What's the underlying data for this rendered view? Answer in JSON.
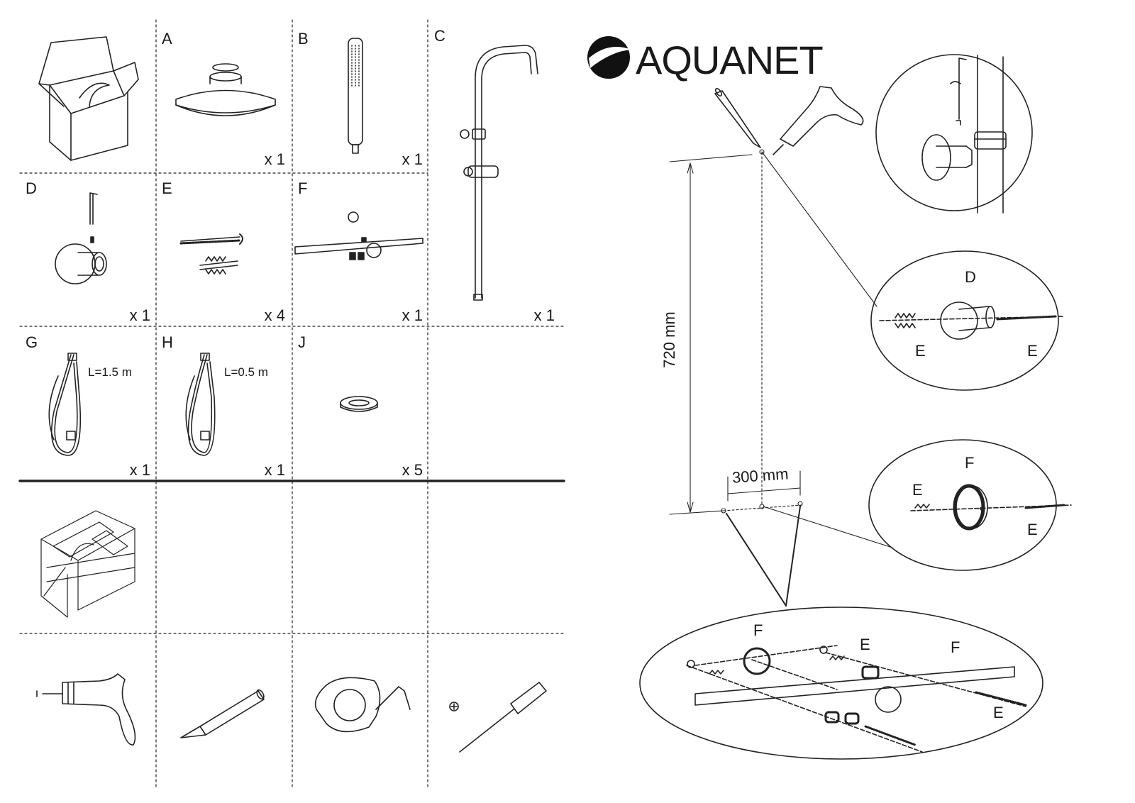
{
  "brand": {
    "name": "AQUANET"
  },
  "parts": [
    {
      "letter": "A",
      "qty": "x 1"
    },
    {
      "letter": "B",
      "qty": "x 1"
    },
    {
      "letter": "C",
      "qty": "x 1"
    },
    {
      "letter": "D",
      "qty": "x 1"
    },
    {
      "letter": "E",
      "qty": "x 4"
    },
    {
      "letter": "F",
      "qty": "x 1"
    },
    {
      "letter": "G",
      "qty": "x 1",
      "length": "L=1.5 m"
    },
    {
      "letter": "H",
      "qty": "x 1",
      "length": "L=0.5 m"
    },
    {
      "letter": "J",
      "qty": "x 5"
    }
  ],
  "dimensions": {
    "height": "720 mm",
    "width": "300 mm"
  },
  "callouts": {
    "bracket": [
      "D",
      "E",
      "E"
    ],
    "cap": [
      "F",
      "E",
      "E"
    ],
    "bar": [
      "F",
      "E",
      "F",
      "E"
    ]
  },
  "tools": [
    "drill-icon",
    "pencil-icon",
    "tape-measure-icon",
    "screwdriver-icon"
  ]
}
